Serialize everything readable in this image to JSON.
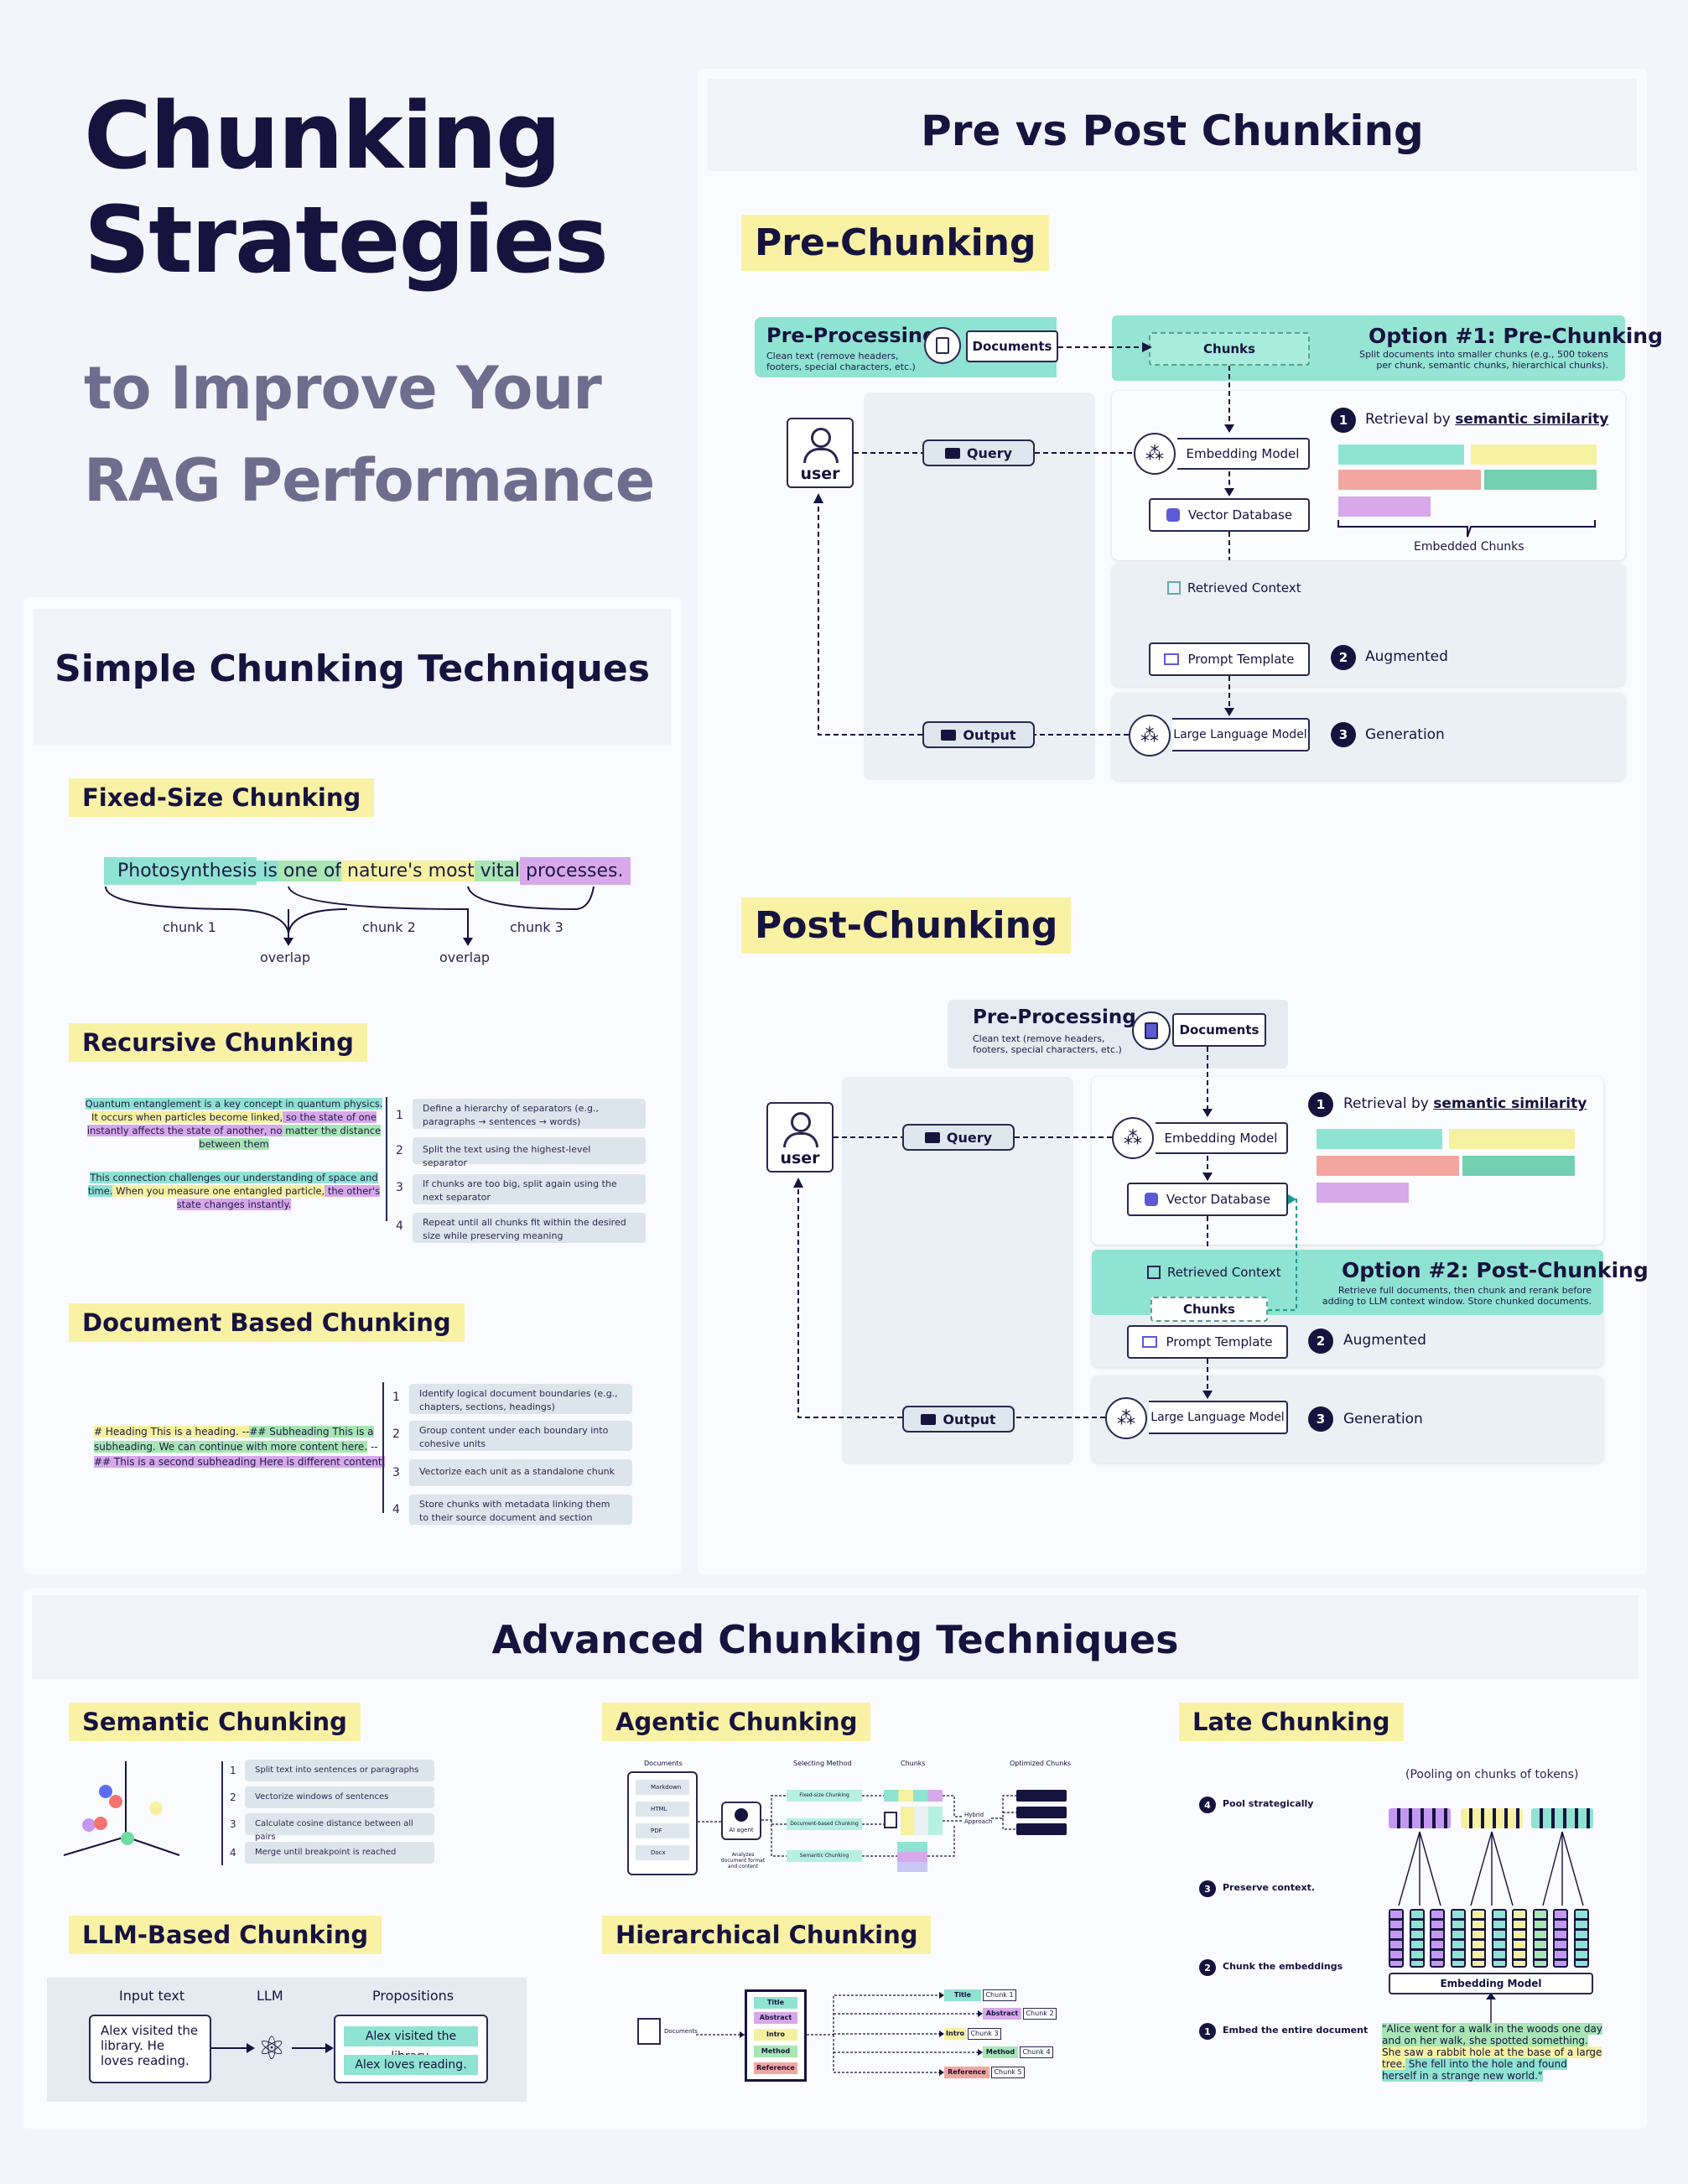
{
  "title": {
    "line1": "Chunking",
    "line2": "Strategies",
    "sub1": "to Improve Your",
    "sub2": "RAG Performance"
  },
  "simple": {
    "heading": "Simple Chunking Techniques",
    "fixed": {
      "label": "Fixed-Size Chunking",
      "words": [
        "Photosynthesis",
        " is",
        " one of",
        " nature's most",
        " vital",
        " processes."
      ],
      "chunk1": "chunk 1",
      "chunk2": "chunk 2",
      "chunk3": "chunk 3",
      "overlap": "overlap"
    },
    "recursive": {
      "label": "Recursive Chunking",
      "para1": [
        "Quantum entanglement is a key concept in quantum physics.",
        " It occurs when particles become linked,",
        " so the",
        " state of one instantly affects the state of another, no",
        " matter the distance between them"
      ],
      "para2": [
        "This connection challenges our understanding of space and time.",
        " When you measure one entangled particle,",
        " the other's state changes instantly."
      ],
      "steps": [
        "Define a hierarchy of separators (e.g., paragraphs → sentences → words)",
        "Split the text using the highest-level separator",
        "If chunks are too big, split again using the next separator",
        "Repeat until all chunks fit within the desired size while preserving meaning"
      ]
    },
    "document": {
      "label": "Document Based Chunking",
      "text": [
        "# Heading  This is a heading. --",
        "## Subheading  This is a subheading. We can continue with more content here.",
        " --",
        " ## This is a second subheading  Here is different content."
      ],
      "steps": [
        "Identify logical document boundaries (e.g., chapters, sections, headings)",
        "Group content under each boundary into cohesive units",
        "Vectorize each unit as a standalone chunk",
        "Store chunks with metadata linking them to their source document and section"
      ]
    }
  },
  "prepost": {
    "heading": "Pre vs Post Chunking",
    "pre": {
      "label": "Pre-Chunking",
      "preproc": "Pre-Processing",
      "preproc_desc": "Clean text (remove headers, footers, special characters, etc.)",
      "documents": "Documents",
      "chunks": "Chunks",
      "option": "Option #1: Pre-Chunking",
      "option_desc": "Split documents into smaller chunks (e.g., 500 tokens per chunk, semantic chunks, hierarchical chunks).",
      "user": "user",
      "query": "Query",
      "embedding": "Embedding Model",
      "vectordb": "Vector Database",
      "retrieval": "Retrieval by",
      "retrieval_link": "semantic similarity",
      "embedded_chunks": "Embedded Chunks",
      "retrieved_context": "Retrieved Context",
      "prompt": "Prompt Template",
      "augmented": "Augmented",
      "output": "Output",
      "llm": "Large Language Model",
      "generation": "Generation",
      "n1": "1",
      "n2": "2",
      "n3": "3"
    },
    "post": {
      "label": "Post-Chunking",
      "preproc": "Pre-Processing",
      "preproc_desc": "Clean text (remove headers, footers, special characters, etc.)",
      "documents": "Documents",
      "user": "user",
      "query": "Query",
      "embedding": "Embedding Model",
      "vectordb": "Vector Database",
      "retrieval": "Retrieval by",
      "retrieval_link": "semantic similarity",
      "retrieved_context": "Retrieved Context",
      "chunks": "Chunks",
      "option": "Option #2: Post-Chunking",
      "option_desc": "Retrieve full documents, then chunk and rerank before adding to LLM context window. Store chunked documents.",
      "prompt": "Prompt Template",
      "augmented": "Augmented",
      "output": "Output",
      "llm": "Large Language Model",
      "generation": "Generation",
      "n1": "1",
      "n2": "2",
      "n3": "3"
    }
  },
  "advanced": {
    "heading": "Advanced Chunking Techniques",
    "semantic": {
      "label": "Semantic Chunking",
      "steps": [
        "Split text into sentences or paragraphs",
        "Vectorize windows of sentences",
        "Calculate cosine distance between all pairs",
        "Merge until breakpoint is reached"
      ]
    },
    "agentic": {
      "label": "Agentic Chunking",
      "col_docs": "Documents",
      "col_method": "Selecting Method",
      "col_chunks": "Chunks",
      "col_opt": "Optimized Chunks",
      "docs": [
        "Markdown",
        "HTML",
        "PDF",
        "Docx"
      ],
      "agent": "AI agent",
      "agent_desc": "Analyzes document format and content",
      "methods": [
        "Fixed-size Chunking",
        "Document-based Chunking",
        "Semantic Chunking"
      ],
      "hybrid": "Hybrid Approach"
    },
    "late": {
      "label": "Late Chunking",
      "pooling": "(Pooling on chunks of tokens)",
      "steps": [
        "Pool strategically",
        "Preserve context.",
        "Chunk the embeddings",
        "Embed the entire document"
      ],
      "nums": [
        "4",
        "3",
        "2",
        "1"
      ],
      "embedding": "Embedding Model",
      "text": [
        "\"Alice went for a walk in the woods one day and on her walk, she spotted something.",
        " She saw a rabbit hole at the base of a large tree.",
        " She fell into the hole and found herself in a strange new world.\""
      ]
    },
    "llm": {
      "label": "LLM-Based Chunking",
      "col_input": "Input text",
      "col_llm": "LLM",
      "col_props": "Propositions",
      "input": "Alex visited the library. He loves reading.",
      "props": [
        "Alex visited the library.",
        "Alex loves reading."
      ]
    },
    "hier": {
      "label": "Hierarchical Chunking",
      "documents": "Documents",
      "parts": [
        "Title",
        "Abstract",
        "Intro",
        "Method",
        "Reference"
      ],
      "chunks": [
        "Chunk 1",
        "Chunk 2",
        "Chunk 3",
        "Chunk 4",
        "Chunk 5"
      ]
    }
  },
  "colors": {
    "navy": "#16133f",
    "yellow": "#f9f2a5",
    "teal": "#8fe3d2",
    "purple": "#d7a8ea",
    "salmon": "#f2a6a0",
    "green": "#73cfb0"
  }
}
